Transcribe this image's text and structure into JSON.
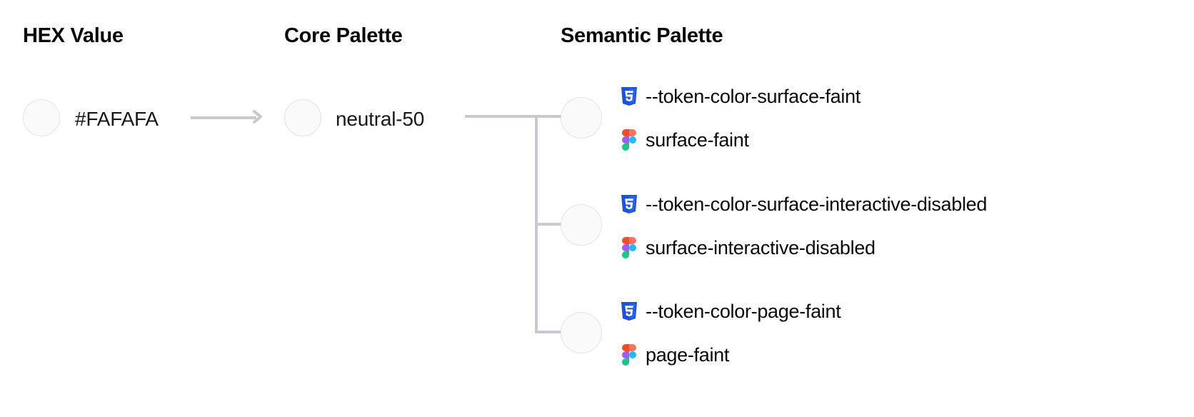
{
  "columns": {
    "hex": {
      "heading": "HEX Value"
    },
    "core": {
      "heading": "Core Palette"
    },
    "semantic": {
      "heading": "Semantic Palette"
    }
  },
  "swatch_color": "#FAFAFA",
  "swatch_border": "#E4E4E7",
  "connector_color": "#C7CAD1",
  "hex_value": {
    "label": "#FAFAFA"
  },
  "core_value": {
    "label": "neutral-50"
  },
  "icons": {
    "css": "css3-icon",
    "figma": "figma-icon",
    "arrow": "arrow-right-icon"
  },
  "semantic_tokens": [
    {
      "css_variable": "--token-color-surface-faint",
      "figma_name": "surface-faint"
    },
    {
      "css_variable": "--token-color-surface-interactive-disabled",
      "figma_name": "surface-interactive-disabled"
    },
    {
      "css_variable": "--token-color-page-faint",
      "figma_name": "page-faint"
    }
  ]
}
